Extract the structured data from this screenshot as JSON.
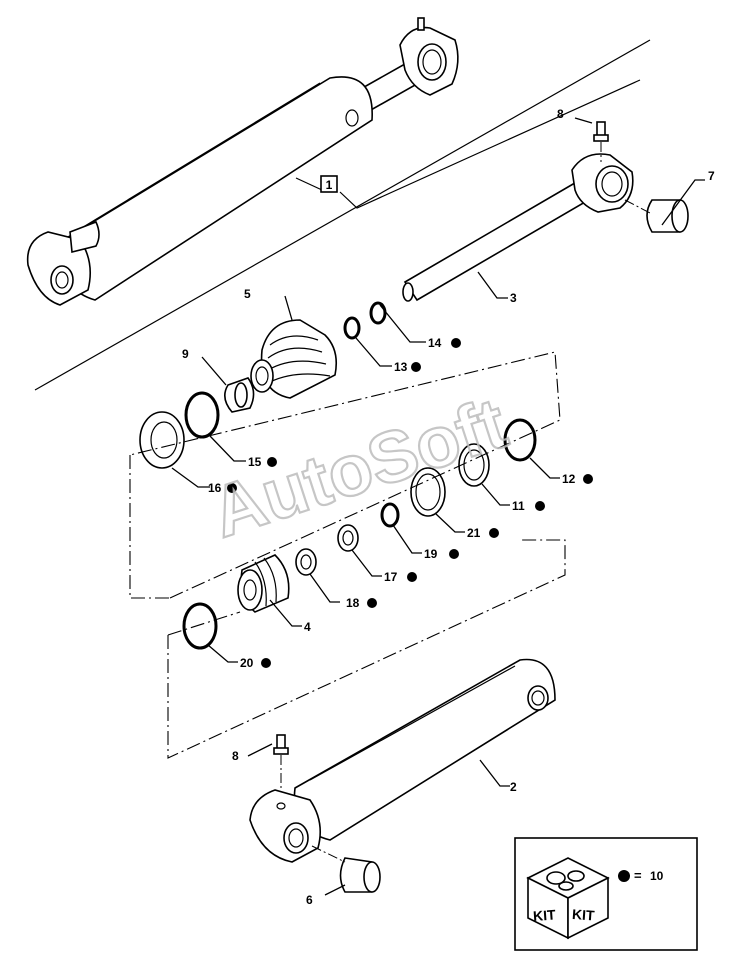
{
  "assembly_label": "1",
  "watermark": "AutoSoft",
  "parts": [
    {
      "ref": "2",
      "kit": false
    },
    {
      "ref": "3",
      "kit": false
    },
    {
      "ref": "4",
      "kit": false
    },
    {
      "ref": "5",
      "kit": false
    },
    {
      "ref": "6",
      "kit": false
    },
    {
      "ref": "7",
      "kit": false
    },
    {
      "ref": "8",
      "kit": false
    },
    {
      "ref": "8",
      "kit": false
    },
    {
      "ref": "9",
      "kit": false
    },
    {
      "ref": "11",
      "kit": true
    },
    {
      "ref": "12",
      "kit": true
    },
    {
      "ref": "13",
      "kit": true
    },
    {
      "ref": "14",
      "kit": true
    },
    {
      "ref": "15",
      "kit": true
    },
    {
      "ref": "16",
      "kit": true
    },
    {
      "ref": "17",
      "kit": true
    },
    {
      "ref": "18",
      "kit": true
    },
    {
      "ref": "19",
      "kit": true
    },
    {
      "ref": "20",
      "kit": true
    },
    {
      "ref": "21",
      "kit": true
    }
  ],
  "kit_legend": {
    "box_text_1": "KIT",
    "box_text_2": "KIT",
    "equals": "=",
    "kit_ref": "10"
  }
}
